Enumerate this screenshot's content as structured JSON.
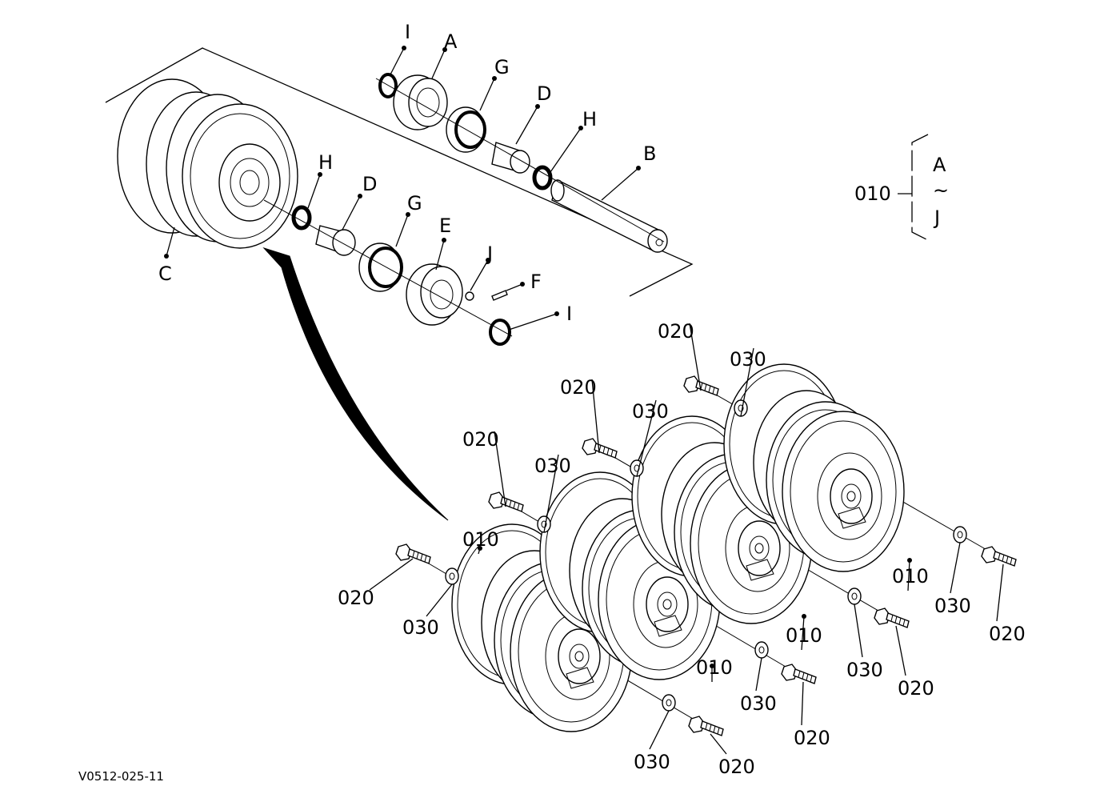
{
  "drawing_code": "V0512-025-11",
  "callouts": {
    "top_I": "I",
    "top_A": "A",
    "top_G": "G",
    "top_D": "D",
    "top_H": "H",
    "top_B": "B",
    "mid_H": "H",
    "mid_D": "D",
    "mid_G": "G",
    "mid_E": "E",
    "mid_J": "J",
    "mid_F": "F",
    "mid_I": "I",
    "C": "C"
  },
  "bracket": {
    "assembly": "010",
    "from": "A",
    "tilde": "~",
    "to": "J"
  },
  "rollers": [
    {
      "roller": "010",
      "bolt_left": "020",
      "washer_left": "030",
      "bolt_right": "020",
      "washer_right": "030"
    },
    {
      "roller": "010",
      "bolt_left": "020",
      "washer_left": "030",
      "bolt_right": "020",
      "washer_right": "030"
    },
    {
      "roller": "010",
      "bolt_left": "020",
      "washer_left": "030",
      "bolt_right": "020",
      "washer_right": "030"
    },
    {
      "roller": "010",
      "bolt_left": "020",
      "washer_left": "030",
      "bolt_right": "020",
      "washer_right": "030"
    }
  ]
}
